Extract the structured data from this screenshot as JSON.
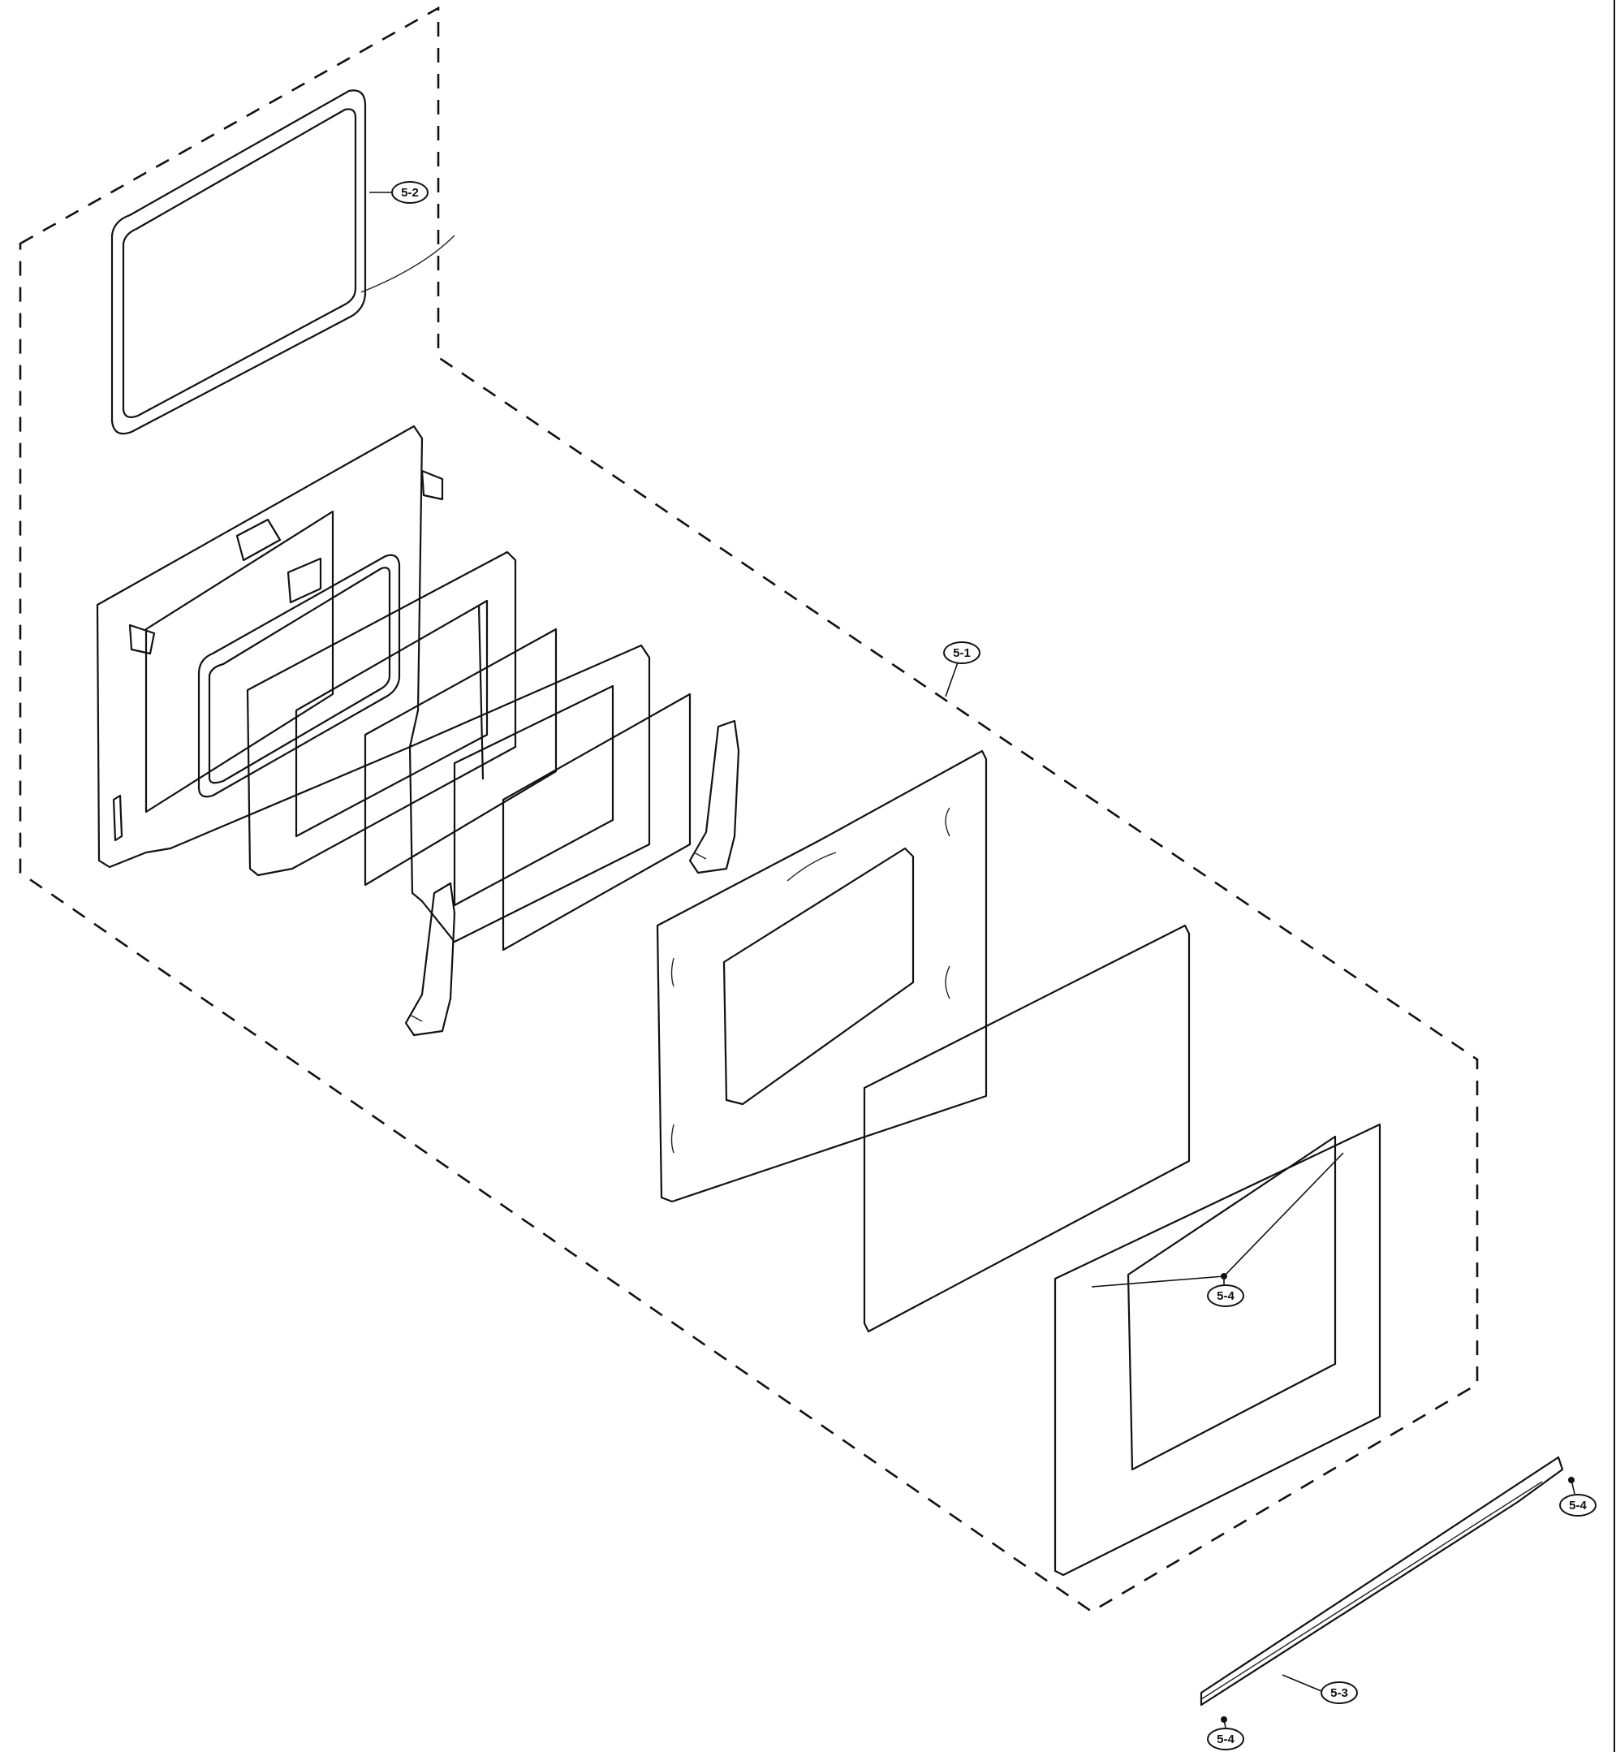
{
  "callouts": [
    {
      "id": "c52",
      "label": "5-2"
    },
    {
      "id": "c51",
      "label": "5-1"
    },
    {
      "id": "c54a",
      "label": "5-4"
    },
    {
      "id": "c54b",
      "label": "5-4"
    },
    {
      "id": "c54c",
      "label": "5-4"
    },
    {
      "id": "c53",
      "label": "5-3"
    }
  ]
}
